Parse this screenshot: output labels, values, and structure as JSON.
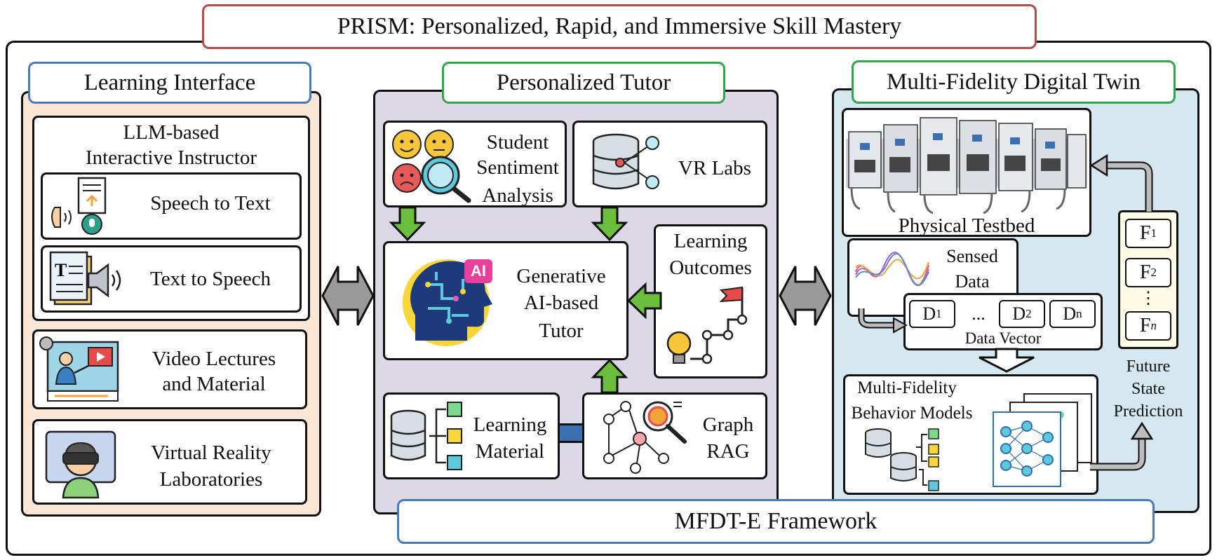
{
  "title": "PRISM: Personalized, Rapid, and Immersive Skill Mastery",
  "footer": "MFDT-E Framework",
  "colors": {
    "title_border": "#b84a4a",
    "interface_border": "#4a7ab8",
    "tutor_border": "#2ea84a",
    "twin_border": "#2ea84a",
    "interface_bg": "#fbe6d6",
    "tutor_bg": "#ddd8e6",
    "twin_bg": "#d5e8f0",
    "green_arrow": "#6cbf3c",
    "gray_arrow": "#9a9a9a"
  },
  "learning_interface": {
    "header": "Learning Interface",
    "instructor_title_1": "LLM-based",
    "instructor_title_2": "Interactive Instructor",
    "speech_to_text": "Speech to Text",
    "text_to_speech": "Text to Speech",
    "video_1": "Video Lectures",
    "video_2": "and Material",
    "vr_1": "Virtual Reality",
    "vr_2": "Laboratories"
  },
  "tutor": {
    "header": "Personalized Tutor",
    "sentiment_1": "Student",
    "sentiment_2": "Sentiment",
    "sentiment_3": "Analysis",
    "vr_labs": "VR Labs",
    "gen_1": "Generative",
    "gen_2": "AI-based",
    "gen_3": "Tutor",
    "outcomes_1": "Learning",
    "outcomes_2": "Outcomes",
    "material_1": "Learning",
    "material_2": "Material",
    "graph_1": "Graph",
    "graph_2": "RAG",
    "ai_badge": "AI"
  },
  "twin": {
    "header": "Multi-Fidelity Digital Twin",
    "physical": "Physical Testbed",
    "sensed_1": "Sensed",
    "sensed_2": "Data",
    "d1": "D",
    "d1_sub": "1",
    "dots": "...",
    "d2": "D",
    "d2_sub": "2",
    "dn": "D",
    "dn_sub": "n",
    "vector": "Data Vector",
    "mf_1": "Multi-Fidelity",
    "mf_2": "Behavior Models",
    "f1": "F",
    "f1_sub": "1",
    "f2": "F",
    "f2_sub": "2",
    "fdots": "⋮",
    "fn": "F",
    "fn_sub": "n",
    "future_1": "Future",
    "future_2": "State",
    "future_3": "Prediction"
  }
}
